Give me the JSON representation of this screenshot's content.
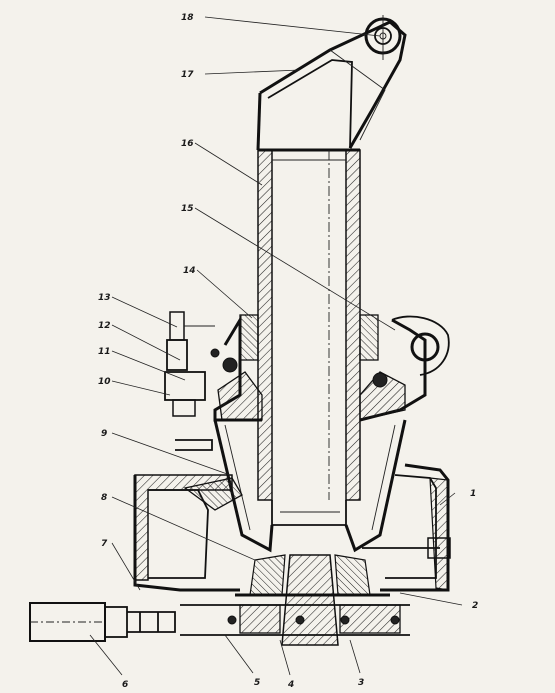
{
  "callouts": {
    "c1": "1",
    "c2": "2",
    "c3": "3",
    "c4": "4",
    "c5": "5",
    "c6": "6",
    "c7": "7",
    "c8": "8",
    "c9": "9",
    "c10": "10",
    "c11": "11",
    "c12": "12",
    "c13": "13",
    "c14": "14",
    "c15": "15",
    "c16": "16",
    "c17": "17",
    "c18": "18"
  },
  "colors": {
    "ink": "#1a1a1a",
    "paper": "#f4f2ec"
  }
}
